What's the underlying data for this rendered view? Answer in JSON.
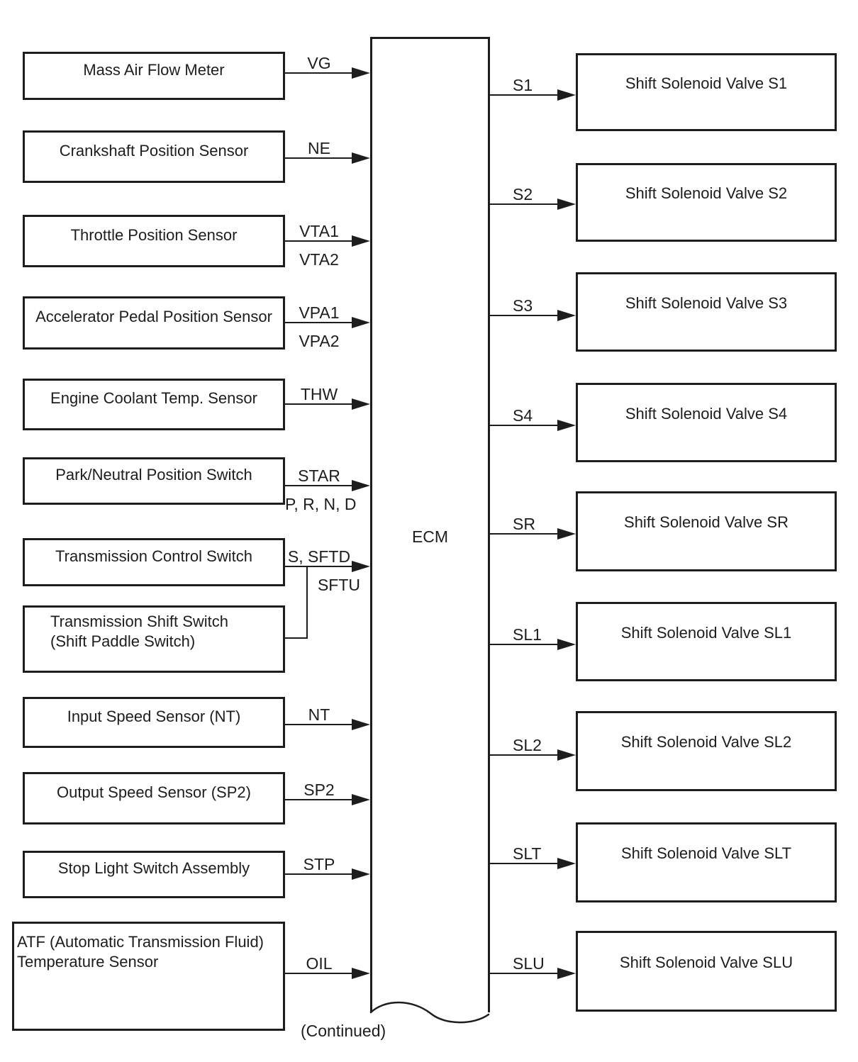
{
  "page": {
    "colors": {
      "ink": "#1d1d1d",
      "background": "#ffffff"
    }
  },
  "ecm": {
    "label": "ECM"
  },
  "continued": {
    "label": "(Continued)"
  },
  "left_sensors": [
    {
      "label": "Mass Air Flow Meter",
      "signal_above": "VG"
    },
    {
      "label": "Crankshaft Position Sensor",
      "signal_above": "NE"
    },
    {
      "label": "Throttle Position Sensor",
      "signal_above": "VTA1",
      "signal_below": "VTA2"
    },
    {
      "label": "Accelerator Pedal Position Sensor",
      "signal_above": "VPA1",
      "signal_below": "VPA2"
    },
    {
      "label": "Engine Coolant Temp. Sensor",
      "signal_above": "THW"
    },
    {
      "label": "Park/Neutral Position Switch",
      "signal_above": "STAR",
      "signal_below": "P, R, N, D"
    },
    {
      "label": "Transmission Control Switch",
      "signal_above": "S, SFTD",
      "signal_below": "SFTU"
    },
    {
      "label_line1": "Transmission Shift Switch",
      "label_line2": "(Shift Paddle Switch)"
    },
    {
      "label": "Input Speed Sensor (NT)",
      "signal_above": "NT"
    },
    {
      "label": "Output Speed Sensor (SP2)",
      "signal_above": "SP2"
    },
    {
      "label": "Stop Light Switch Assembly",
      "signal_above": "STP"
    },
    {
      "label_line1": "ATF (Automatic Transmission Fluid)",
      "label_line2": "Temperature Sensor",
      "signal_above": "OIL"
    }
  ],
  "right_actuators": [
    {
      "signal": "S1",
      "label": "Shift Solenoid Valve S1"
    },
    {
      "signal": "S2",
      "label": "Shift Solenoid Valve S2"
    },
    {
      "signal": "S3",
      "label": "Shift Solenoid Valve S3"
    },
    {
      "signal": "S4",
      "label": "Shift Solenoid Valve S4"
    },
    {
      "signal": "SR",
      "label": "Shift Solenoid Valve SR"
    },
    {
      "signal": "SL1",
      "label": "Shift Solenoid Valve SL1"
    },
    {
      "signal": "SL2",
      "label": "Shift Solenoid Valve SL2"
    },
    {
      "signal": "SLT",
      "label": "Shift Solenoid Valve SLT"
    },
    {
      "signal": "SLU",
      "label": "Shift Solenoid Valve SLU"
    }
  ]
}
